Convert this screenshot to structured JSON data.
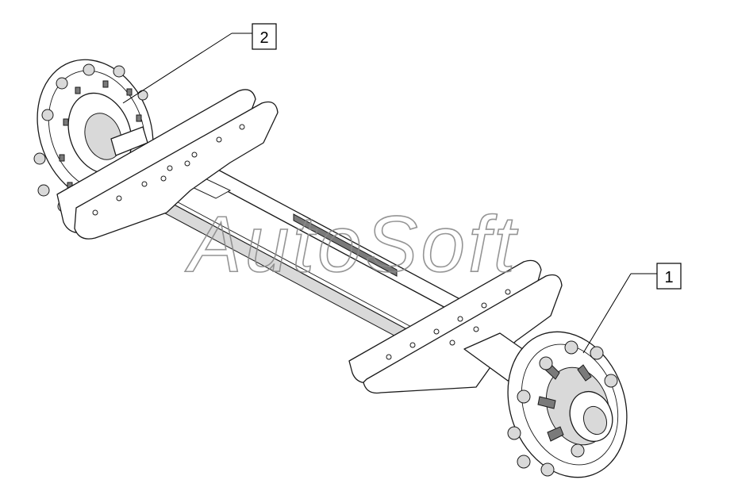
{
  "callouts": [
    {
      "label": "1",
      "part": "hub-right"
    },
    {
      "label": "2",
      "part": "hub-left"
    }
  ],
  "watermark": "AutoSoft",
  "colors": {
    "line": "#1a1a1a",
    "watermark": "#8a8a8a",
    "background": "#ffffff"
  }
}
